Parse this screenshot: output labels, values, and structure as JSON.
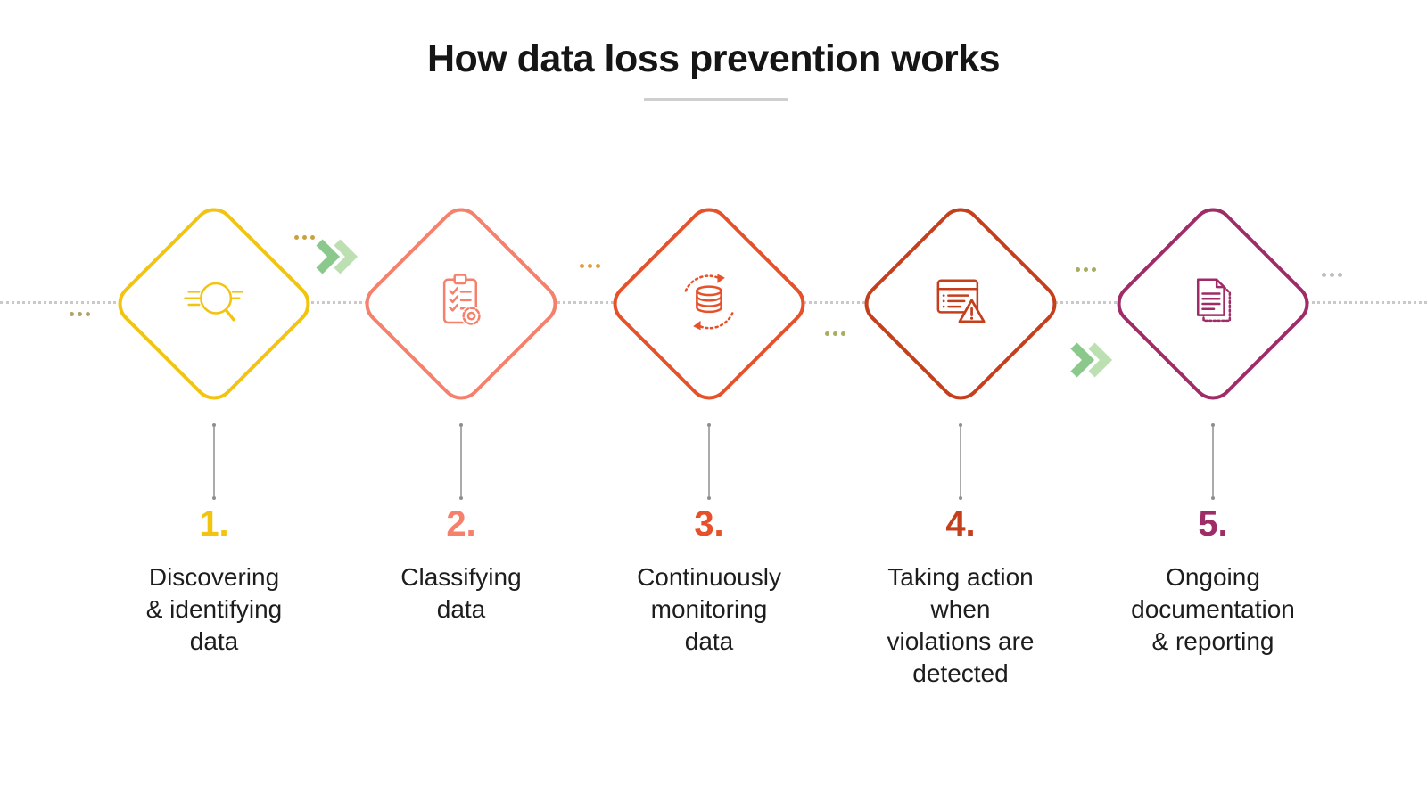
{
  "title": "How data loss prevention works",
  "steps": [
    {
      "number": "1.",
      "label": "Discovering\n& identifying\ndata",
      "icon": "search-magnifier-icon",
      "color": "#F2C410"
    },
    {
      "number": "2.",
      "label": "Classifying\ndata",
      "icon": "clipboard-checklist-gear-icon",
      "color": "#F5806B"
    },
    {
      "number": "3.",
      "label": "Continuously\nmonitoring\ndata",
      "icon": "database-sync-icon",
      "color": "#E6512A"
    },
    {
      "number": "4.",
      "label": "Taking action\nwhen\nviolations are\ndetected",
      "icon": "window-alert-icon",
      "color": "#C53F1D"
    },
    {
      "number": "5.",
      "label": "Ongoing\ndocumentation\n& reporting",
      "icon": "report-document-icon",
      "color": "#9F2C66"
    }
  ],
  "decorations": {
    "chevron_color_dark": "#8BC88B",
    "chevron_color_light": "#BCE0B1",
    "dotted_line_color": "#C9C9C9",
    "title_underline_color": "#CFCFCF",
    "connector_line_color": "#ABABAB",
    "accent_dot_colors": [
      "#B0A469",
      "#C9A23E",
      "#DF9C3C",
      "#A9AB5F",
      "#A9AB5F",
      "#BDBDBD"
    ]
  }
}
